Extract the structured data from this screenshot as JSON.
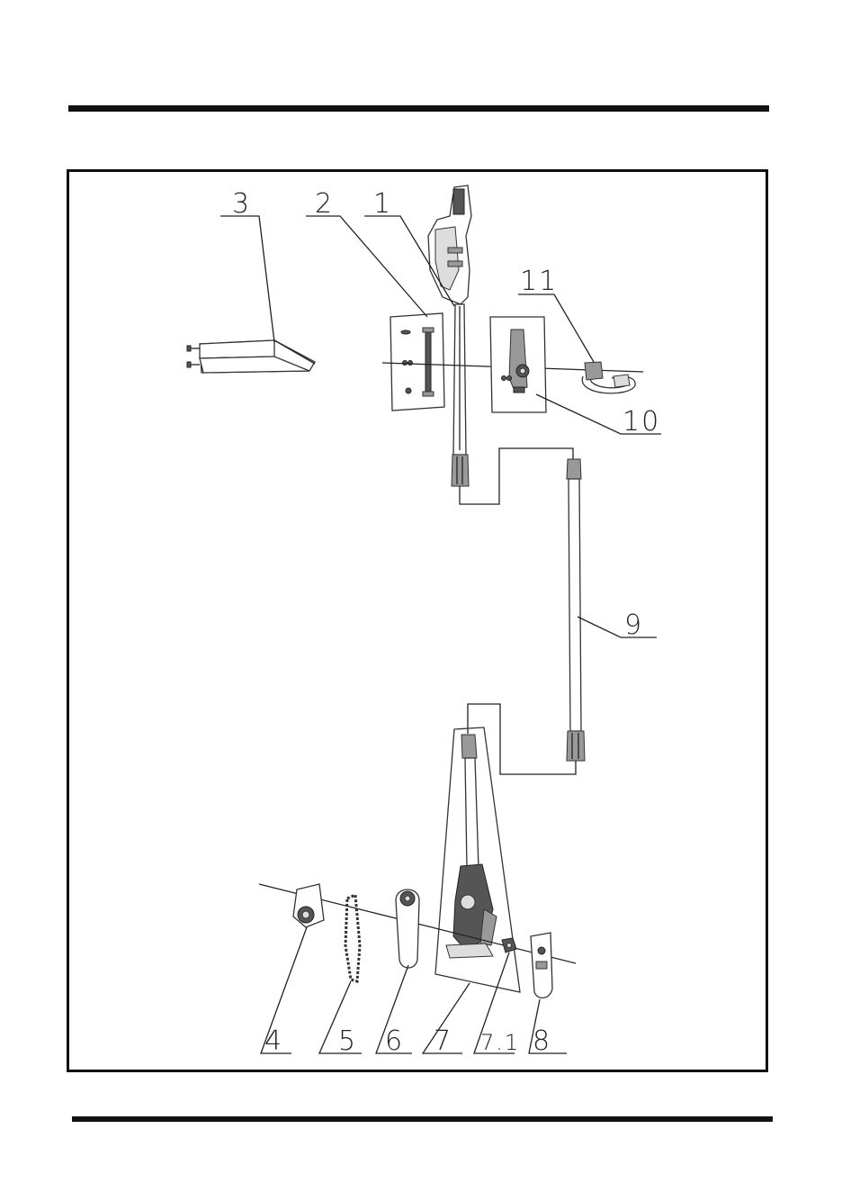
{
  "diagram": {
    "labels": {
      "l1": "1",
      "l2": "2",
      "l3": "3",
      "l4": "4",
      "l5": "5",
      "l6": "6",
      "l7": "7",
      "l7_1": "7.1",
      "l8": "8",
      "l9": "9",
      "l10": "10",
      "l11": "11"
    }
  }
}
